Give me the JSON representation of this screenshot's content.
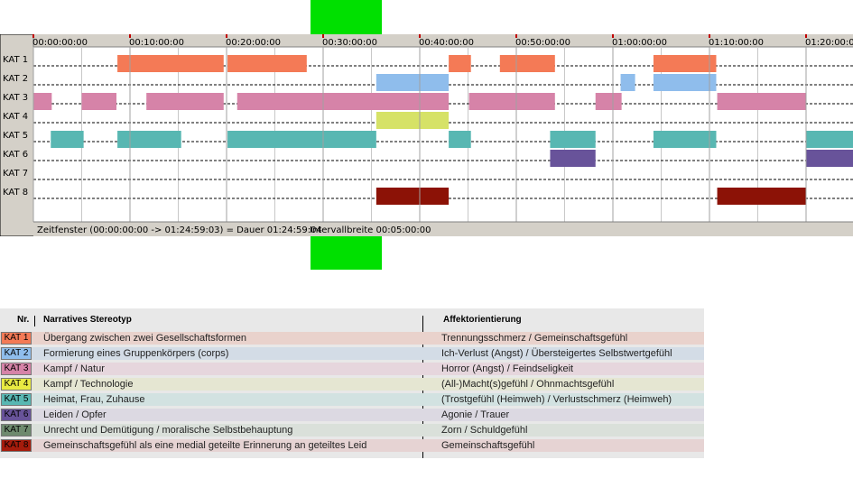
{
  "chart_data": {
    "type": "timeline",
    "time_ticks": [
      "00:00:00:00",
      "00:10:00:00",
      "00:20:00:00",
      "00:30:00:00",
      "00:40:00:00",
      "00:50:00:00",
      "01:00:00:00",
      "01:10:00:00",
      "01:20:00:00"
    ],
    "x_range_minutes": [
      0,
      85
    ],
    "categories": [
      {
        "id": "KAT 1",
        "label": "KAT 1",
        "color": "#f47a56",
        "intervals": [
          [
            8.7,
            19.7
          ],
          [
            20.1,
            28.3
          ],
          [
            43.0,
            45.3
          ],
          [
            48.3,
            54.0
          ],
          [
            64.2,
            70.7
          ]
        ]
      },
      {
        "id": "KAT 2",
        "label": "KAT 2",
        "color": "#8fbdec",
        "intervals": [
          [
            35.5,
            43.0
          ],
          [
            60.8,
            62.3
          ],
          [
            64.2,
            70.7
          ]
        ]
      },
      {
        "id": "KAT 3",
        "label": "KAT 3",
        "color": "#d683a8",
        "intervals": [
          [
            -0.2,
            1.9
          ],
          [
            5.0,
            8.6
          ],
          [
            11.7,
            19.7
          ],
          [
            21.1,
            43.0
          ],
          [
            45.1,
            54.0
          ],
          [
            58.2,
            60.9
          ],
          [
            70.8,
            80.0
          ]
        ]
      },
      {
        "id": "KAT 4",
        "label": "KAT 4",
        "color": "#d6e267",
        "intervals": [
          [
            35.5,
            43.0
          ]
        ]
      },
      {
        "id": "KAT 5",
        "label": "KAT 5",
        "color": "#58b7b2",
        "intervals": [
          [
            1.8,
            5.2
          ],
          [
            8.7,
            15.3
          ],
          [
            20.1,
            35.5
          ],
          [
            43.0,
            45.3
          ],
          [
            53.5,
            58.2
          ],
          [
            64.2,
            70.7
          ],
          [
            80.0,
            85.0
          ]
        ]
      },
      {
        "id": "KAT 6",
        "label": "KAT 6",
        "color": "#68539a",
        "intervals": [
          [
            53.5,
            58.2
          ],
          [
            80.0,
            85.0
          ]
        ]
      },
      {
        "id": "KAT 7",
        "label": "KAT 7",
        "color": "#6e8a6e",
        "intervals": []
      },
      {
        "id": "KAT 8",
        "label": "KAT 8",
        "color": "#8c1206",
        "intervals": [
          [
            35.5,
            43.0
          ],
          [
            70.8,
            80.0
          ]
        ]
      }
    ],
    "status_left": "Zeitfenster (00:00:00:00 -> 01:24:59:03) = Dauer 01:24:59:04",
    "status_right": "Intervallbreite 00:05:00:00"
  },
  "legend": {
    "header_nr": "Nr.",
    "header_stereotyp": "Narratives Stereotyp",
    "header_affekt": "Affektorientierung",
    "rows": [
      {
        "code": "KAT 1",
        "color": "#f47a56",
        "bg": "#e9d2cc",
        "stereotyp": "Übergang zwischen zwei Gesellschaftsformen",
        "affekt": "Trennungsschmerz / Gemeinschaftsgefühl"
      },
      {
        "code": "KAT 2",
        "color": "#8fbdec",
        "bg": "#d3dce6",
        "stereotyp": "Formierung eines Gruppenkörpers (corps)",
        "affekt": "Ich-Verlust (Angst) / Übersteigertes Selbstwertgefühl"
      },
      {
        "code": "KAT 3",
        "color": "#d683a8",
        "bg": "#e6d6dd",
        "stereotyp": "Kampf / Natur",
        "affekt": "Horror (Angst) / Feindseligkeit"
      },
      {
        "code": "KAT 4",
        "color": "#e8ea42",
        "bg": "#e5e6d2",
        "stereotyp": "Kampf / Technologie",
        "affekt": "(All-)Macht(s)gefühl / Ohnmachtsgefühl"
      },
      {
        "code": "KAT 5",
        "color": "#58b7b2",
        "bg": "#d2e2e1",
        "stereotyp": "Heimat, Frau, Zuhause",
        "affekt": "(Trostgefühl (Heimweh) / Verlustschmerz (Heimweh)"
      },
      {
        "code": "KAT 6",
        "color": "#68539a",
        "bg": "#dcd9e2",
        "stereotyp": "Leiden / Opfer",
        "affekt": "Agonie / Trauer"
      },
      {
        "code": "KAT 7",
        "color": "#6e8a6e",
        "bg": "#dae0da",
        "stereotyp": "Unrecht und Demütigung / moralische Selbstbehauptung",
        "affekt": "Zorn / Schuldgefühl"
      },
      {
        "code": "KAT 8",
        "color": "#a51c0c",
        "bg": "#e6d3d3",
        "stereotyp": "Gemeinschaftsgefühl als eine medial geteilte Erinnerung an geteiltes Leid",
        "affekt": "Gemeinschaftsgefühl"
      }
    ]
  }
}
